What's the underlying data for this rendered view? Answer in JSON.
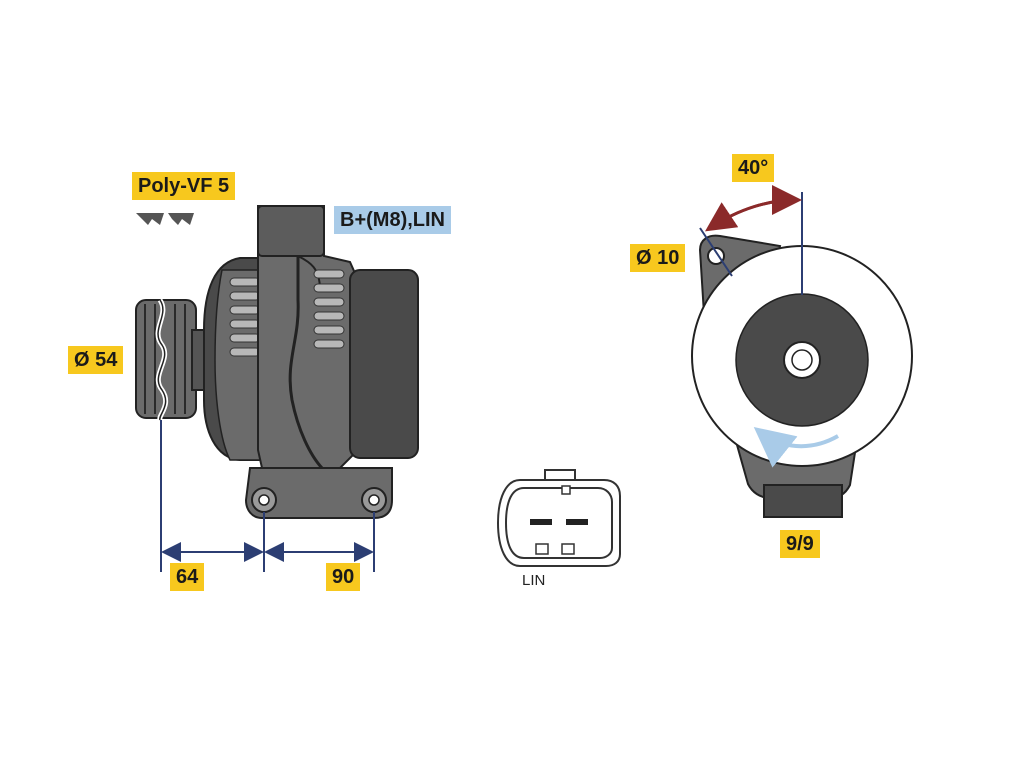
{
  "labels": {
    "belt": "Poly-VF 5",
    "terminal": "B+(M8),LIN",
    "pulley_diameter": "Ø 54",
    "dim_a": "64",
    "dim_b": "90",
    "angle": "40°",
    "hole_diameter": "Ø 10",
    "clock": "9/9",
    "connector": "LIN"
  },
  "colors": {
    "dimension_label": "#f7c81e",
    "terminal_label": "#a9cbe8",
    "body_gray": "#6b6b6b",
    "dark_gray": "#4a4a4a",
    "light_gray": "#9a9a9a",
    "dimension_line": "#2c3e73",
    "angle_arrow": "#8b2a2a",
    "rotation_arrow": "#a9cbe8"
  }
}
